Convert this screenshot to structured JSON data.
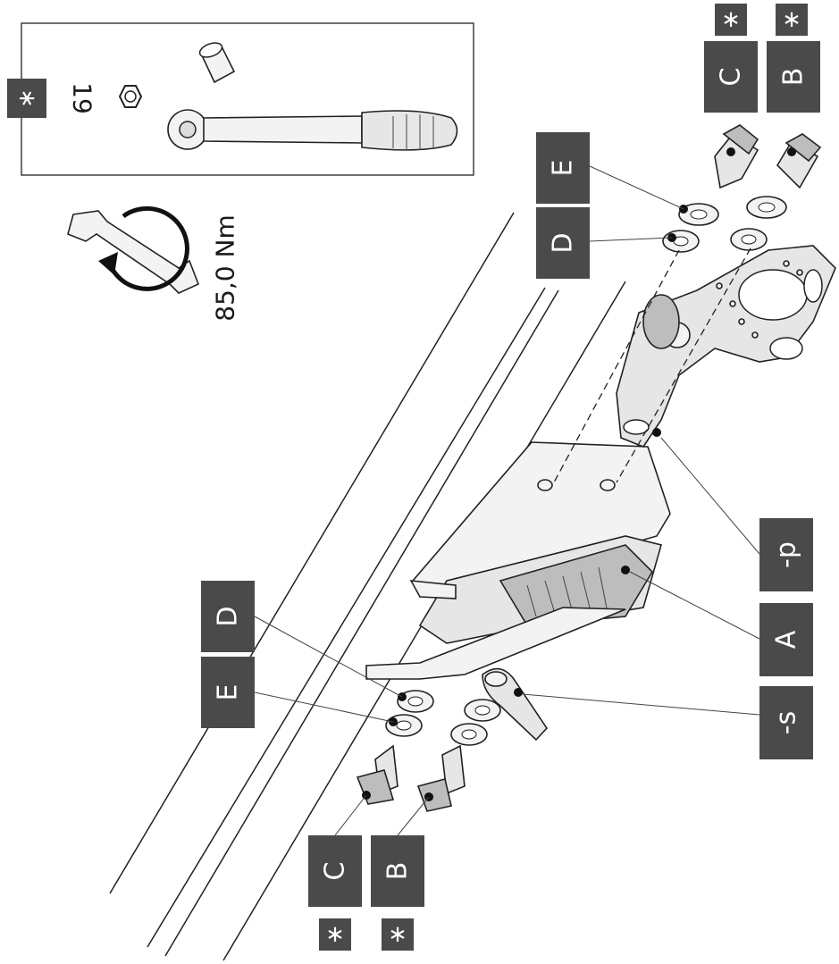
{
  "labels": {
    "A": "A",
    "B": "B",
    "C": "C",
    "D": "D",
    "E": "E",
    "p": "-p",
    "s": "-s",
    "star": "∗"
  },
  "tool_panel": {
    "socket_size": "19"
  },
  "torque": {
    "value": "85,0 Nm"
  },
  "colors": {
    "label_box": "#4a4a4a",
    "line": "#222222"
  },
  "icons": [
    "torque-wrench-icon",
    "ratchet-wrench-icon",
    "socket-icon",
    "hex-nut-icon",
    "wrench-rotate-icon"
  ]
}
